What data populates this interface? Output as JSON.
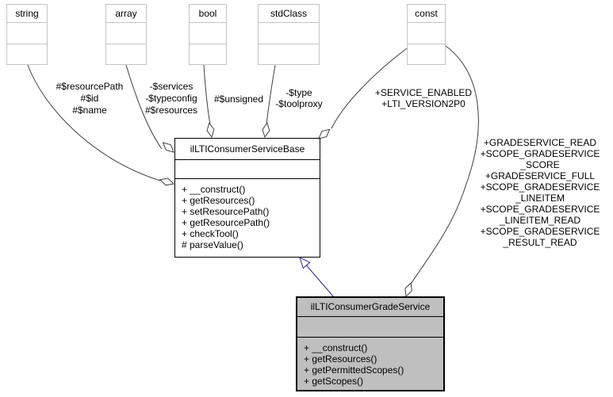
{
  "diagram": {
    "kind": "uml-collaboration-diagram",
    "colors": {
      "edge": "#404040",
      "inheritance": "#2a2a9b",
      "type_box_border": "#c4c4c4",
      "class_border": "#000000",
      "grade_class_fill": "#bfbfbf",
      "background": "#ffffff"
    },
    "type_boxes": [
      {
        "name": "string"
      },
      {
        "name": "array"
      },
      {
        "name": "bool"
      },
      {
        "name": "stdClass"
      },
      {
        "name": "const"
      }
    ],
    "base_class": {
      "title": "ilLTIConsumerServiceBase",
      "methods": [
        "+ __construct()",
        "+ getResources()",
        "+ setResourcePath()",
        "+ getResourcePath()",
        "+ checkTool()",
        "# parseValue()"
      ]
    },
    "grade_class": {
      "title": "ilLTIConsumerGradeService",
      "methods": [
        "+ __construct()",
        "+ getResources()",
        "+ getPermittedScopes()",
        "+ getScopes()"
      ]
    },
    "edge_labels": {
      "string_to_base": "#$resourcePath\n#$id\n#$name",
      "array_to_base": "-$services\n-$typeconfig\n#$resources",
      "bool_to_base": "#$unsigned",
      "stdclass_to_base": "-$type\n-$toolproxy",
      "const_to_base": "+SERVICE_ENABLED\n+LTI_VERSION2P0",
      "const_to_grade": "+GRADESERVICE_READ\n+SCOPE_GRADESERVICE\n_SCORE\n+GRADESERVICE_FULL\n+SCOPE_GRADESERVICE\n_LINEITEM\n+SCOPE_GRADESERVICE\n_LINEITEM_READ\n+SCOPE_GRADESERVICE\n_RESULT_READ"
    }
  }
}
